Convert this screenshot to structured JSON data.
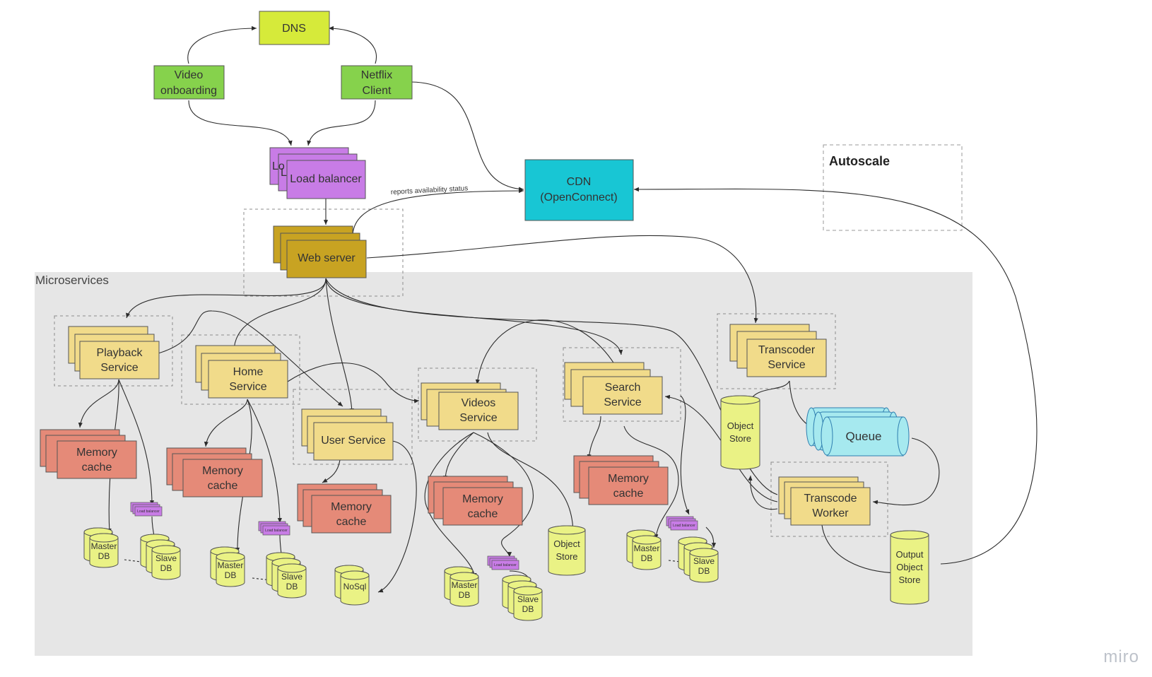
{
  "canvas": {
    "brand": "miro"
  },
  "colors": {
    "dns": "#d6ea3a",
    "client": "#86d24c",
    "lb": "#c87ce6",
    "cdn": "#18c6d4",
    "web": "#c8a322",
    "service": "#f1db8a",
    "cache": "#e58a78",
    "db": "#eaf285",
    "queue": "#a6e9ef",
    "frame": "#e6e6e6",
    "edge": "#2b2b2b"
  },
  "frames": {
    "microservices": "Microservices",
    "autoscale": "Autoscale"
  },
  "nodes": {
    "dns": "DNS",
    "video_onboarding": [
      "Video",
      "onboarding"
    ],
    "netflix_client": [
      "Netflix",
      "Client"
    ],
    "load_balancer": "Load balancer",
    "load_balancer_back": "Lo",
    "cdn": [
      "CDN",
      "(OpenConnect)"
    ],
    "web_server": "Web server",
    "playback_service": [
      "Playback",
      "Service"
    ],
    "home_service": [
      "Home",
      "Service"
    ],
    "user_service": "User Service",
    "videos_service": [
      "Videos",
      "Service"
    ],
    "search_service": [
      "Search",
      "Service"
    ],
    "transcoder_service": [
      "Transcoder",
      "Service"
    ],
    "transcode_worker": [
      "Transcode",
      "Worker"
    ],
    "queue": "Queue",
    "memory_cache": [
      "Memory",
      "cache"
    ],
    "master_db": [
      "Master",
      "DB"
    ],
    "slave_db": [
      "Slave",
      "DB"
    ],
    "nosql": "NoSql",
    "object_store": [
      "Object",
      "Store"
    ],
    "output_object_store": [
      "Output",
      "Object",
      "Store"
    ],
    "mini_lb": "Load balancer"
  },
  "edges": {
    "reports_label": "reports availability status"
  }
}
